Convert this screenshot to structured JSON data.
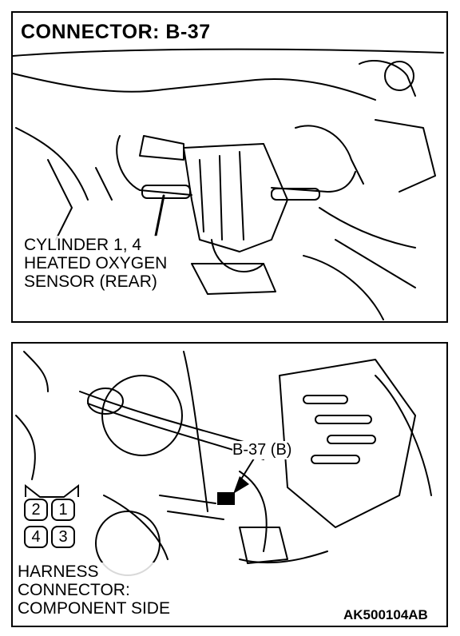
{
  "title": "CONNECTOR: B-37",
  "sensor_label": [
    "CYLINDER 1, 4",
    "HEATED OXYGEN",
    "SENSOR (REAR)"
  ],
  "callout": "B-37 (B)",
  "pins": [
    "2",
    "1",
    "4",
    "3"
  ],
  "harness_label": [
    "HARNESS",
    "CONNECTOR:",
    "COMPONENT SIDE"
  ],
  "code": "AK500104AB"
}
